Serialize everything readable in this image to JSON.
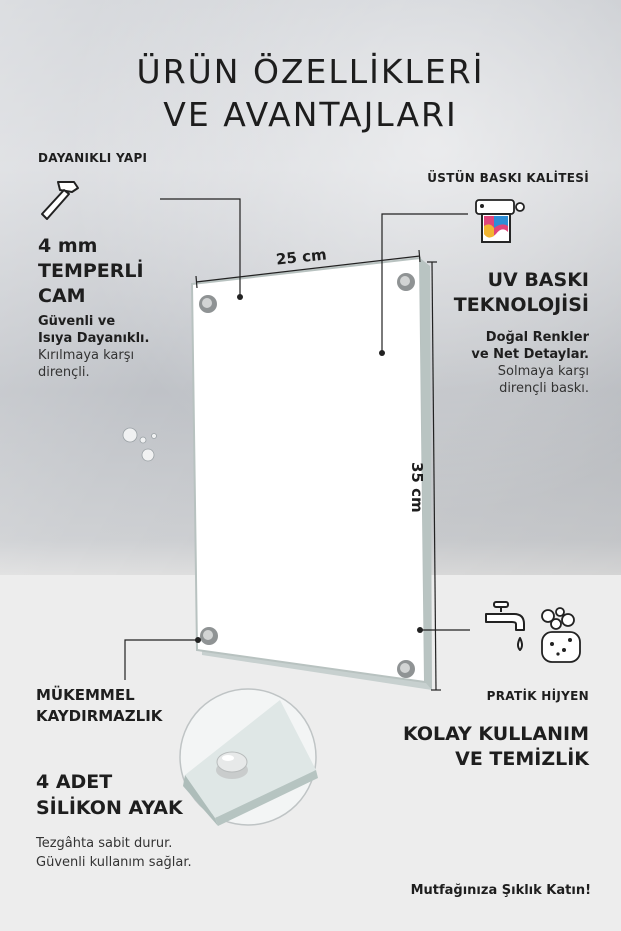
{
  "title": {
    "line1": "ÜRÜN ÖZELLİKLERİ",
    "line2": "VE AVANTAJLARI"
  },
  "left_top": {
    "caption": "DAYANIKLI YAPI",
    "icon": "hammer-icon",
    "heading_lines": [
      "4 mm",
      "TEMPERLİ",
      "CAM"
    ],
    "bold_lines": [
      "Güvenli ve",
      "Isıya Dayanıklı."
    ],
    "desc_lines": [
      "Kırılmaya karşı",
      "dirençli."
    ]
  },
  "right_top": {
    "caption": "ÜSTÜN BASKI KALİTESİ",
    "icon": "printer-icon",
    "heading_lines": [
      "UV BASKI",
      "TEKNOLOJİSİ"
    ],
    "bold_lines": [
      "Doğal Renkler",
      "ve Net Detaylar."
    ],
    "desc_lines": [
      "Solmaya karşı",
      "dirençli baskı."
    ]
  },
  "dimensions": {
    "width": "25 cm",
    "height": "35 cm"
  },
  "right_bottom": {
    "caption": "PRATİK HİJYEN",
    "icons": [
      "faucet-icon",
      "sponge-icon"
    ],
    "heading_lines": [
      "KOLAY KULLANIM",
      "VE TEMİZLİK"
    ]
  },
  "left_bottom": {
    "caption_lines": [
      "MÜKEMMEL",
      "KAYDIRMAZLIK"
    ],
    "heading_lines": [
      "4 ADET",
      "SİLİKON AYAK"
    ],
    "desc_lines": [
      "Tezgâhta sabit durur.",
      "Güvenli kullanım sağlar."
    ]
  },
  "footer": {
    "tagline": "Mutfağınıza Şıklık Katın!"
  },
  "colors": {
    "text": "#1e1e1e",
    "panel": "#ffffff",
    "counter": "#ededed"
  }
}
